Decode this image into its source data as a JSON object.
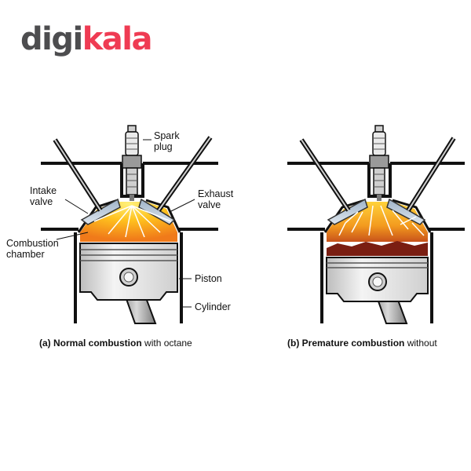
{
  "logo": {
    "part1": "digi",
    "part2": "kala"
  },
  "labels": {
    "spark_plug_line1": "Spark",
    "spark_plug_line2": "plug",
    "intake_line1": "Intake",
    "intake_line2": "valve",
    "exhaust_line1": "Exhaust",
    "exhaust_line2": "valve",
    "combustion_line1": "Combustion",
    "combustion_line2": "chamber",
    "piston": "Piston",
    "cylinder": "Cylinder"
  },
  "captions": {
    "a_bold": "(a) Normal combustion",
    "a_rest": " with octane",
    "b_bold": "(b) Premature combustion",
    "b_rest": " without"
  },
  "colors": {
    "brand_gray": "#4d4d4f",
    "brand_red": "#ef3b53",
    "flame_center": "#ffe066",
    "flame_edge": "#f07a1a",
    "metal": "#e3e3e3",
    "outline": "#111111"
  }
}
